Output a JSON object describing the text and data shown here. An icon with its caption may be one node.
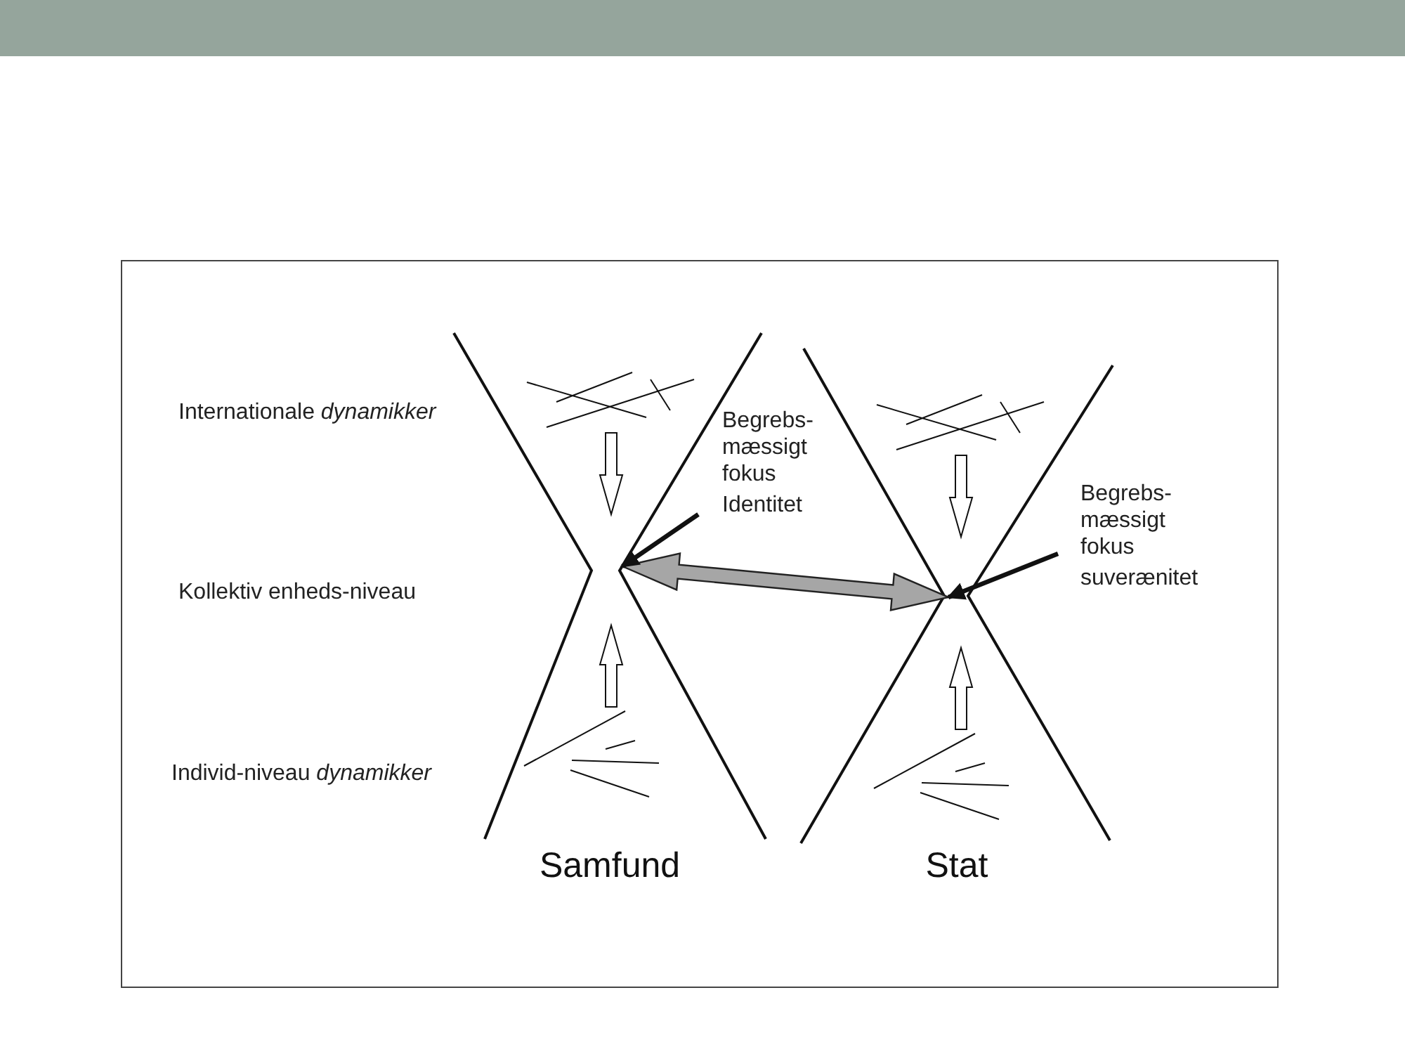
{
  "diagram": {
    "nodes": [
      {
        "text": [
          "Samfund"
        ]
      },
      {
        "text": [
          "Stat"
        ]
      },
      {
        "text": [
          "Begrebs-mæssigt fokus",
          "Identitet"
        ]
      },
      {
        "text": [
          "Begrebs-mæssigt fokus",
          "suverænitet"
        ]
      }
    ],
    "edges": [
      {
        "from": 0,
        "to": 1,
        "arrow": "both",
        "style": "thick",
        "color": "#a6a6a6"
      },
      {
        "from": 2,
        "to": 0,
        "arrow": "to"
      },
      {
        "from": 3,
        "to": 1,
        "arrow": "to"
      }
    ],
    "labels": [
      "Internationale *dynamikker*",
      "Kollektiv enheds-niveau",
      "Individ-niveau *dynamikker*"
    ]
  }
}
